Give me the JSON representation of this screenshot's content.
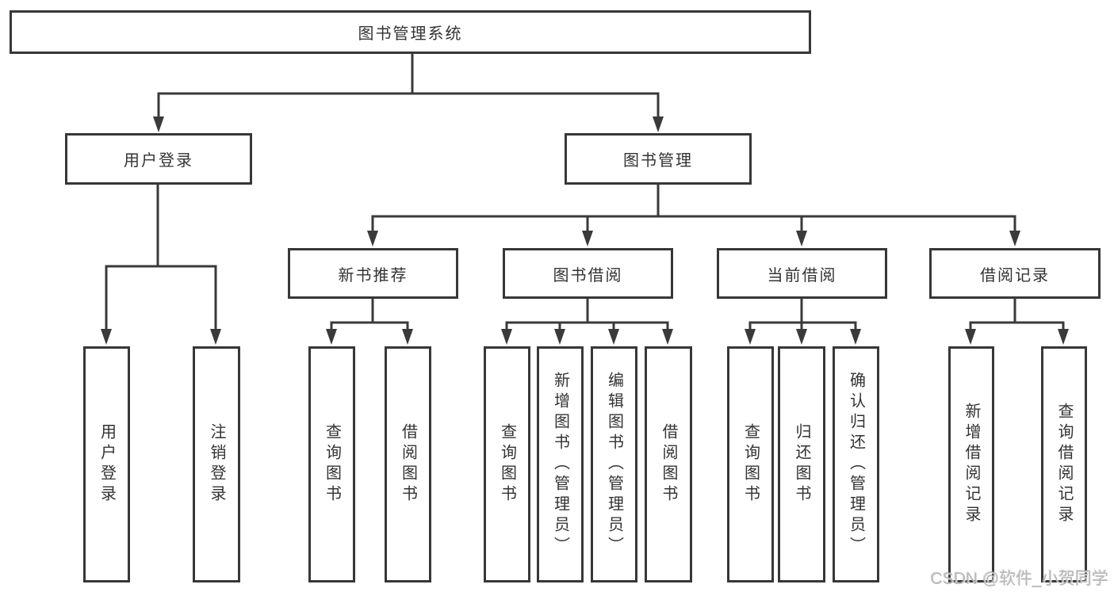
{
  "nodes": {
    "root": "图书管理系统",
    "user_login": "用户登录",
    "book_management": "图书管理",
    "new_book_recommend": "新书推荐",
    "book_borrowing": "图书借阅",
    "current_borrowing": "当前借阅",
    "borrowing_records": "借阅记录",
    "ul_user_login": "用户登录",
    "ul_logout": "注销登录",
    "nbr_query_books": "查询图书",
    "nbr_borrow_books": "借阅图书",
    "bb_query_books": "查询图书",
    "bb_add_books_admin": "新增图书（管理员）",
    "bb_edit_books_admin": "编辑图书（管理员）",
    "bb_borrow_books": "借阅图书",
    "cb_query_books": "查询图书",
    "cb_return_books": "归还图书",
    "cb_confirm_return_admin": "确认归还（管理员）",
    "br_add_record": "新增借阅记录",
    "br_query_record": "查询借阅记录"
  },
  "watermark": "CSDN @软件_小贺同学",
  "colors": {
    "line": "#3a3a3a",
    "box_border": "#373737",
    "text": "#333333",
    "background": "#ffffff",
    "watermark": "#b7b7b7"
  }
}
